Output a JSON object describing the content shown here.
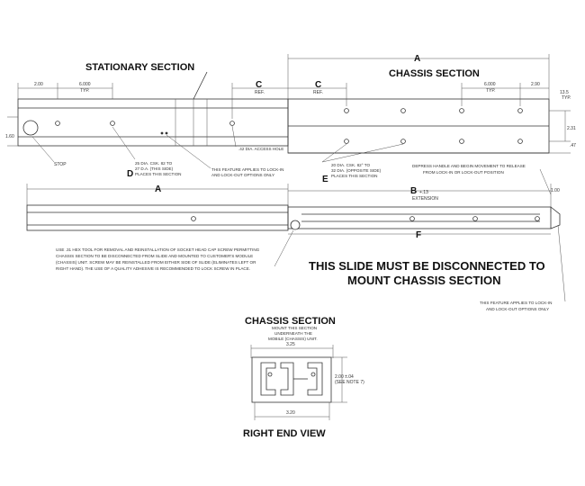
{
  "stationary": {
    "title": "STATIONARY SECTION",
    "dim_200": "2.00",
    "dim_6000": "6.000",
    "typ": "TYP.",
    "ref": "REF.",
    "dim_160": "1.60",
    "stop": "STOP",
    "csk_note_1": "25 DIA. CSK. 82 TO",
    "csk_note_2": "27 D.A. (THIS SIDE)",
    "csk_note_3": "PLACES THIS SECTION",
    "access_hole": ".42 DIA. ACCESS HOLE",
    "feature_note_1": "THIS FEATURE APPLIES TO LOCK-IN",
    "feature_note_2": "AND LOCK-OUT OPTIONS ONLY"
  },
  "chassis": {
    "title": "CHASSIS SECTION",
    "ref": "REF.",
    "dim_6000": "6.000",
    "typ": "TYP.",
    "dim_290": "2.90",
    "dim_135": "13.5",
    "typ2": "TYP.",
    "dim_231": "2.31",
    "dim_47": ".47",
    "csk_note_1": "20 DIA. CSK. 82° TO",
    "csk_note_2": "32 DIA. (OPPOSITE SIDE)",
    "csk_note_3": "PLACES THIS SECTION"
  },
  "letters": {
    "A": "A",
    "C": "C",
    "D": "D",
    "E": "E",
    "B": "B",
    "F": "F"
  },
  "assembly": {
    "depress_1": "DEPRESS HANDLE AND BEGIN MOVEMENT TO RELEASE",
    "depress_2": "FROM LOCK-IN OR LOCK-OUT POSITION",
    "dim_100": "1.00",
    "b_suffix": "+.13",
    "extension": "EXTENSION",
    "tool_note_1": "USE .31 HEX TOOL FOR REMOVAL AND REINSTALLATION OF SOCKET HEAD CAP SCREW PERMITTING",
    "tool_note_2": "CHASSIS SECTION TO BE DISCONNECTED FROM SLIDE AND MOUNTED TO CUSTOMER'S MODULE",
    "tool_note_3": "(CHASSIS) UNIT. SCREW MAY BE REINSTALLED FROM EITHER SIDE OF SLIDE (ELIMINATES LEFT OR",
    "tool_note_4": "RIGHT HAND). THE USE OF A QUALITY ADHESIVE IS RECOMMENDED TO LOCK SCREW IN PLACE.",
    "warning_1": "THIS SLIDE MUST BE DISCONNECTED TO",
    "warning_2": "MOUNT CHASSIS SECTION",
    "feature_note_1": "THIS FEATURE APPLIES TO LOCK-IN",
    "feature_note_2": "AND LOCK-OUT OPTIONS ONLY"
  },
  "end_view": {
    "title": "CHASSIS SECTION",
    "sub_1": "MOUNT THIS SECTION",
    "sub_2": "UNDERNEATH THE",
    "sub_3": "MOBILE (CHASSIS) UNIT.",
    "dim_325": "3.25",
    "dim_320": "3.20",
    "dim_height_1": "2.00 ±.04",
    "dim_height_2": "(SEE NOTE 7)",
    "caption": "RIGHT END VIEW"
  }
}
